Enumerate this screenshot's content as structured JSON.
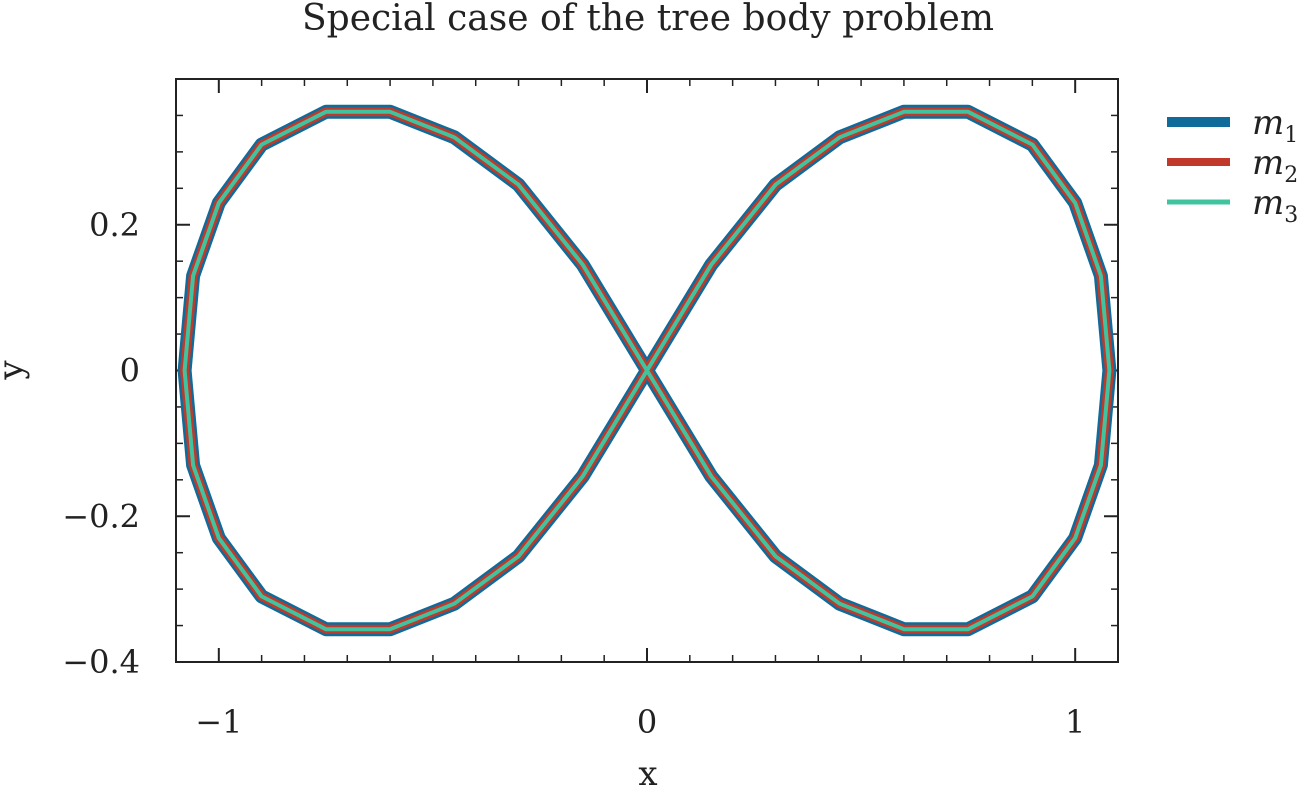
{
  "chart_data": {
    "type": "line",
    "title": "Special case of the tree body problem",
    "xlabel": "x",
    "ylabel": "y",
    "xlim": [
      -1.1,
      1.1
    ],
    "ylim": [
      -0.4,
      0.4
    ],
    "xticks": [
      -1,
      0,
      1
    ],
    "xtick_labels": [
      "−1",
      "0",
      "1"
    ],
    "yticks": [
      -0.4,
      -0.2,
      0,
      0.2
    ],
    "ytick_labels": [
      "−0.4",
      "−0.2",
      "0",
      "0.2"
    ],
    "grid": false,
    "legend_position": "outside-top-right",
    "series": [
      {
        "name": "m",
        "subscript": "1",
        "color": "#0f6b9a",
        "x": [
          1.08,
          1.06,
          1.0,
          0.9,
          0.75,
          0.6,
          0.45,
          0.3,
          0.15,
          0.0,
          -0.15,
          -0.3,
          -0.45,
          -0.6,
          -0.75,
          -0.9,
          -1.0,
          -1.06,
          -1.08,
          -1.06,
          -1.0,
          -0.9,
          -0.75,
          -0.6,
          -0.45,
          -0.3,
          -0.15,
          0.0,
          0.15,
          0.3,
          0.45,
          0.6,
          0.75,
          0.9,
          1.0,
          1.06,
          1.08
        ],
        "y": [
          0.0,
          0.13,
          0.23,
          0.31,
          0.355,
          0.355,
          0.32,
          0.255,
          0.145,
          0.0,
          -0.145,
          -0.255,
          -0.32,
          -0.355,
          -0.355,
          -0.31,
          -0.23,
          -0.13,
          0.0,
          0.13,
          0.23,
          0.31,
          0.355,
          0.355,
          0.32,
          0.255,
          0.145,
          0.0,
          -0.145,
          -0.255,
          -0.32,
          -0.355,
          -0.355,
          -0.31,
          -0.23,
          -0.13,
          0.0
        ]
      },
      {
        "name": "m",
        "subscript": "2",
        "color": "#c0392b",
        "x": [
          1.08,
          1.06,
          1.0,
          0.9,
          0.75,
          0.6,
          0.45,
          0.3,
          0.15,
          0.0,
          -0.15,
          -0.3,
          -0.45,
          -0.6,
          -0.75,
          -0.9,
          -1.0,
          -1.06,
          -1.08,
          -1.06,
          -1.0,
          -0.9,
          -0.75,
          -0.6,
          -0.45,
          -0.3,
          -0.15,
          0.0,
          0.15,
          0.3,
          0.45,
          0.6,
          0.75,
          0.9,
          1.0,
          1.06,
          1.08
        ],
        "y": [
          0.0,
          0.13,
          0.23,
          0.31,
          0.355,
          0.355,
          0.32,
          0.255,
          0.145,
          0.0,
          -0.145,
          -0.255,
          -0.32,
          -0.355,
          -0.355,
          -0.31,
          -0.23,
          -0.13,
          0.0,
          0.13,
          0.23,
          0.31,
          0.355,
          0.355,
          0.32,
          0.255,
          0.145,
          0.0,
          -0.145,
          -0.255,
          -0.32,
          -0.355,
          -0.355,
          -0.31,
          -0.23,
          -0.13,
          0.0
        ]
      },
      {
        "name": "m",
        "subscript": "3",
        "color": "#40c4a0",
        "x": [
          1.08,
          1.06,
          1.0,
          0.9,
          0.75,
          0.6,
          0.45,
          0.3,
          0.15,
          0.0,
          -0.15,
          -0.3,
          -0.45,
          -0.6,
          -0.75,
          -0.9,
          -1.0,
          -1.06,
          -1.08,
          -1.06,
          -1.0,
          -0.9,
          -0.75,
          -0.6,
          -0.45,
          -0.3,
          -0.15,
          0.0,
          0.15,
          0.3,
          0.45,
          0.6,
          0.75,
          0.9,
          1.0,
          1.06,
          1.08
        ],
        "y": [
          0.0,
          0.13,
          0.23,
          0.31,
          0.355,
          0.355,
          0.32,
          0.255,
          0.145,
          0.0,
          -0.145,
          -0.255,
          -0.32,
          -0.355,
          -0.355,
          -0.31,
          -0.23,
          -0.13,
          0.0,
          0.13,
          0.23,
          0.31,
          0.355,
          0.355,
          0.32,
          0.255,
          0.145,
          0.0,
          -0.145,
          -0.255,
          -0.32,
          -0.355,
          -0.355,
          -0.31,
          -0.23,
          -0.13,
          0.0
        ]
      }
    ]
  }
}
